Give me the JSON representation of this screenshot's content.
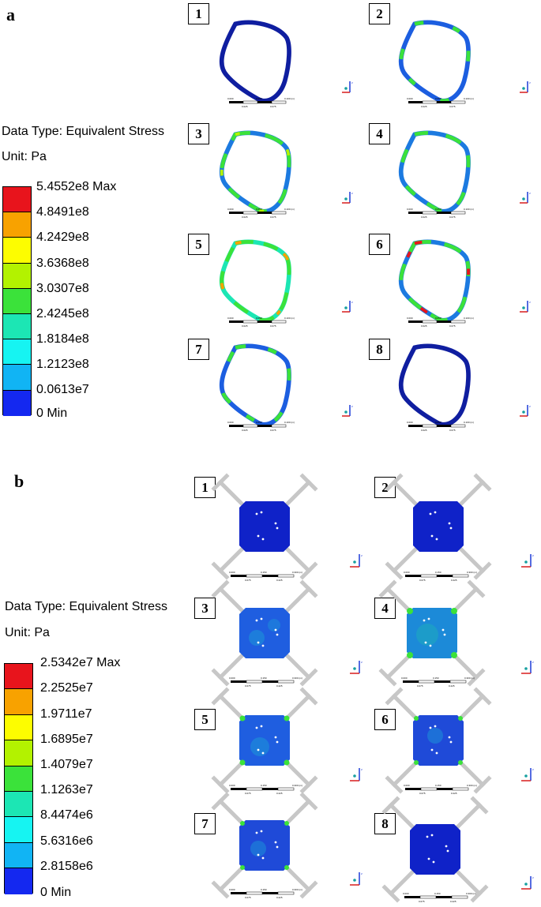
{
  "panel_a": {
    "letter": "a",
    "legend": {
      "title_type": "Data Type: Equivalent Stress",
      "title_unit": "Unit: Pa",
      "colors": [
        "#e8141c",
        "#f8a200",
        "#fdfd00",
        "#b3f200",
        "#3be23a",
        "#1ce6b4",
        "#16f4f2",
        "#11b4f4",
        "#1428f0"
      ],
      "labels": [
        "5.4552e8 Max",
        "4.8491e8",
        "4.2429e8",
        "3.6368e8",
        "3.0307e8",
        "2.4245e8",
        "1.8184e8",
        "1.2123e8",
        "0.0613e7",
        "0 Min"
      ]
    },
    "cells": [
      "1",
      "2",
      "3",
      "4",
      "5",
      "6",
      "7",
      "8"
    ]
  },
  "panel_b": {
    "letter": "b",
    "legend": {
      "title_type": "Data Type: Equivalent Stress",
      "title_unit": "Unit: Pa",
      "colors": [
        "#e8141c",
        "#f8a200",
        "#fdfd00",
        "#b3f200",
        "#3be23a",
        "#1ce6b4",
        "#16f4f2",
        "#11b4f4",
        "#1428f0"
      ],
      "labels": [
        "2.5342e7 Max",
        "2.2525e7",
        "1.9711e7",
        "1.6895e7",
        "1.4079e7",
        "1.1263e7",
        "8.4474e6",
        "5.6316e6",
        "2.8158e6",
        "0 Min"
      ]
    },
    "cells": [
      "1",
      "2",
      "3",
      "4",
      "5",
      "6",
      "7",
      "8"
    ]
  }
}
